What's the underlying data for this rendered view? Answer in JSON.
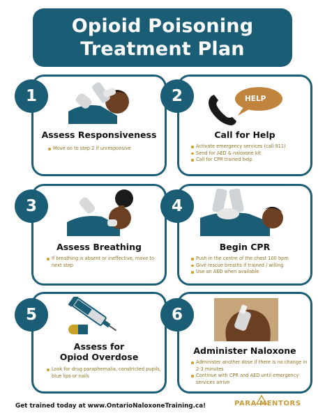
{
  "title": {
    "line1": "Opioid Poisoning",
    "line2": "Treatment Plan"
  },
  "steps": [
    {
      "number": "1",
      "title_lines": [
        "Assess Responsiveness"
      ],
      "bullets": [
        "Move on to step 2 if unresponsive"
      ]
    },
    {
      "number": "2",
      "title_lines": [
        "Call for Help"
      ],
      "speech_bubble": "HELP",
      "bullets": [
        "Activate emergency services (call 911)",
        "Send for AED & naloxone kit",
        "Call for CPR trained help"
      ]
    },
    {
      "number": "3",
      "title_lines": [
        "Assess Breathing"
      ],
      "bullets": [
        "If breathing is absent or ineffective, move to next step"
      ]
    },
    {
      "number": "4",
      "title_lines": [
        "Begin CPR"
      ],
      "bullets": [
        "Push in the centre of the chest 100 bpm",
        "Give rescue breaths if trained / willing",
        "Use an AED when available"
      ]
    },
    {
      "number": "5",
      "title_lines": [
        "Assess for",
        "Opiod Overdose"
      ],
      "bullets": [
        "Look for drug paraphernalia, constricted pupils, blue lips or nails"
      ]
    },
    {
      "number": "6",
      "title_lines": [
        "Administer Naloxone"
      ],
      "bullets": [
        "Administer another dose if there is no change in 2-3 minutes",
        "Continue with CPR and AED until emergency services arrive"
      ]
    }
  ],
  "footer": {
    "text": "Get trained today at www.OntarioNaloxoneTraining.ca!",
    "brand": "PARA MENTORS"
  },
  "icons": [
    "patient-shoulder-tap-icon",
    "phone-icon",
    "breathing-check-icon",
    "cpr-hands-icon",
    "syringe-pill-icon",
    "nasal-spray-icon"
  ],
  "colors": {
    "primary": "#1c5d76",
    "accent_gold": "#c9a227",
    "bullet_text": "#8f7420",
    "speech_bubble": "#c0843c"
  }
}
